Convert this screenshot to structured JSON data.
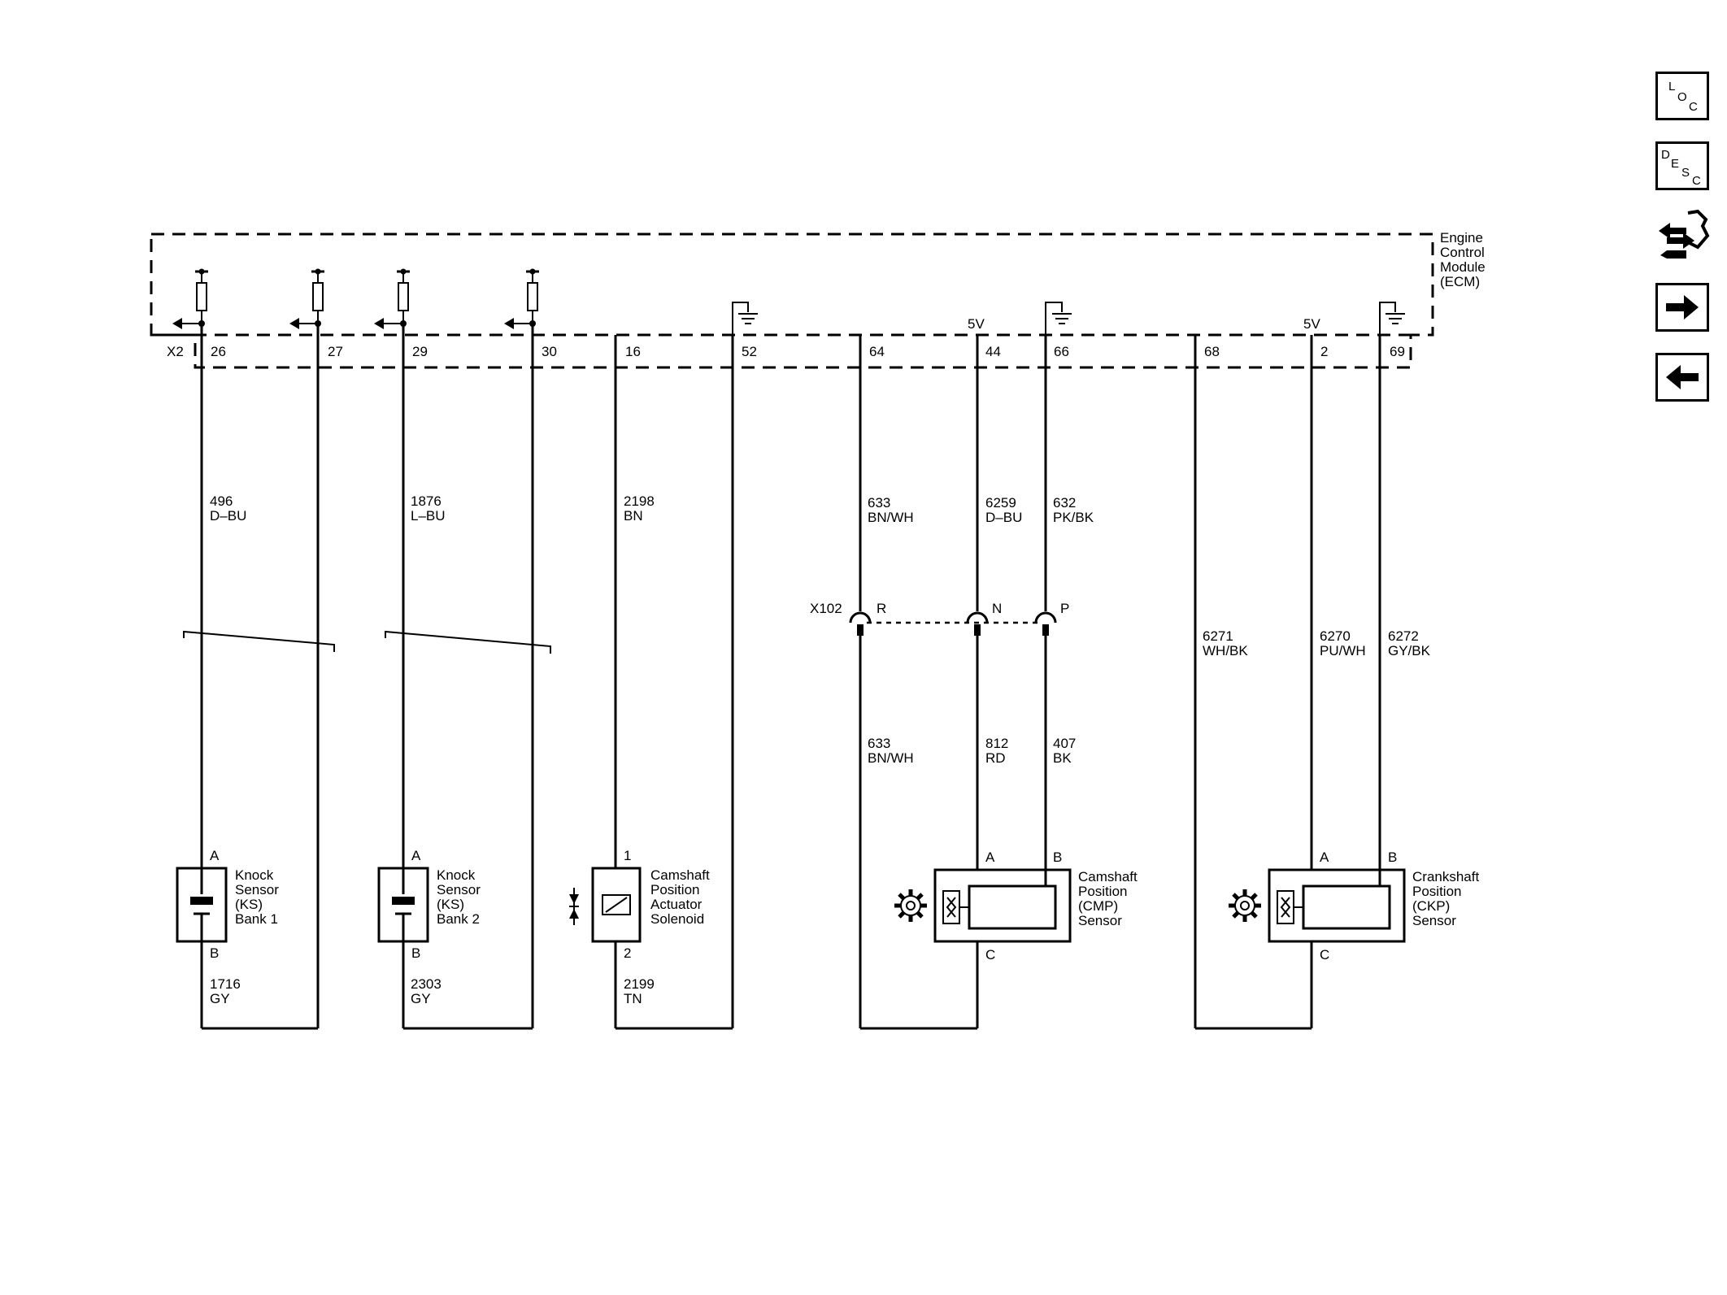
{
  "module": {
    "title_lines": [
      "Engine",
      "Control",
      "Module",
      "(ECM)"
    ],
    "connector": "X2"
  },
  "pins": [
    "26",
    "27",
    "29",
    "30",
    "16",
    "52",
    "64",
    "44",
    "66",
    "68",
    "2",
    "69"
  ],
  "supply": {
    "cmp": "5V",
    "ckp": "5V"
  },
  "wires": {
    "ks1_a": [
      "496",
      "D–BU"
    ],
    "ks2_a": [
      "1876",
      "L–BU"
    ],
    "sol_1": [
      "2198",
      "BN"
    ],
    "ecm_64": [
      "633",
      "BN/WH"
    ],
    "ecm_44": [
      "6259",
      "D–BU"
    ],
    "ecm_66": [
      "632",
      "PK/BK"
    ],
    "ckp_68": [
      "6271",
      "WH/BK"
    ],
    "ckp_2": [
      "6270",
      "PU/WH"
    ],
    "ckp_69": [
      "6272",
      "GY/BK"
    ],
    "cmp_c": [
      "633",
      "BN/WH"
    ],
    "cmp_a": [
      "812",
      "RD"
    ],
    "cmp_b": [
      "407",
      "BK"
    ],
    "ks1_b": [
      "1716",
      "GY"
    ],
    "ks2_b": [
      "2303",
      "GY"
    ],
    "sol_2": [
      "2199",
      "TN"
    ]
  },
  "inline_connector": {
    "name": "X102",
    "pins": [
      "R",
      "N",
      "P"
    ]
  },
  "components": {
    "ks1": {
      "label_lines": [
        "Knock",
        "Sensor",
        "(KS)",
        "Bank 1"
      ],
      "pin_top": "A",
      "pin_bottom": "B"
    },
    "ks2": {
      "label_lines": [
        "Knock",
        "Sensor",
        "(KS)",
        "Bank 2"
      ],
      "pin_top": "A",
      "pin_bottom": "B"
    },
    "solenoid": {
      "label_lines": [
        "Camshaft",
        "Position",
        "Actuator",
        "Solenoid"
      ],
      "pin_top": "1",
      "pin_bottom": "2"
    },
    "cmp": {
      "label_lines": [
        "Camshaft",
        "Position",
        "(CMP)",
        "Sensor"
      ],
      "pins": [
        "A",
        "B",
        "C"
      ]
    },
    "ckp": {
      "label_lines": [
        "Crankshaft",
        "Position",
        "(CKP)",
        "Sensor"
      ],
      "pins": [
        "A",
        "B",
        "C"
      ]
    }
  },
  "nav": {
    "loc": [
      "L",
      "O",
      "C"
    ],
    "desc": [
      "D",
      "E",
      "S",
      "C"
    ],
    "connector_icon": "connector-end-view-icon",
    "next_icon": "arrow-right-icon",
    "prev_icon": "arrow-left-icon"
  }
}
